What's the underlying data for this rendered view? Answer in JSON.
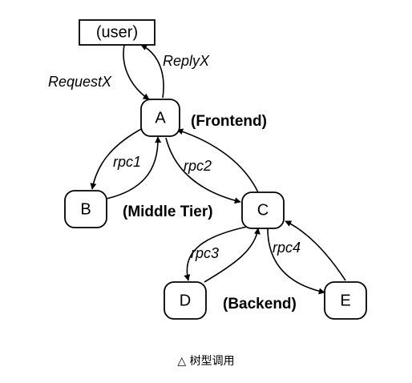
{
  "nodes": {
    "user": "(user)",
    "a": "A",
    "b": "B",
    "c": "C",
    "d": "D",
    "e": "E"
  },
  "edges": {
    "request": "RequestX",
    "reply": "ReplyX",
    "rpc1": "rpc1",
    "rpc2": "rpc2",
    "rpc3": "rpc3",
    "rpc4": "rpc4"
  },
  "tiers": {
    "frontend": "(Frontend)",
    "middle": "(Middle Tier)",
    "backend": "(Backend)"
  },
  "caption": "△ 树型调用"
}
